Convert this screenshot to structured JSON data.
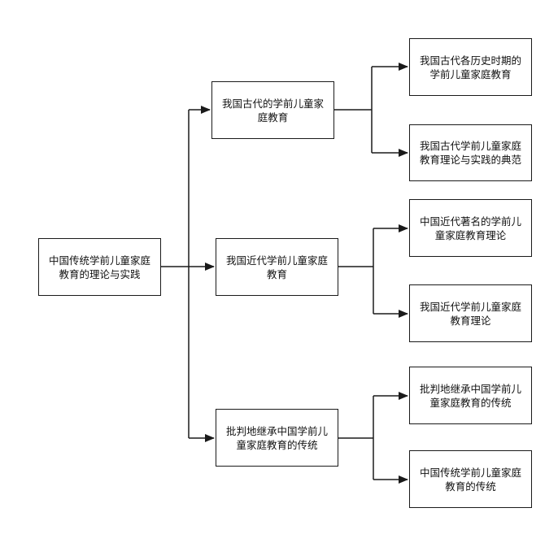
{
  "root": {
    "label": "中国传统学前儿童家庭教育的理论与实践"
  },
  "branches": [
    {
      "label": "我国古代的学前儿童家庭教育",
      "children": [
        {
          "label": "我国古代各历史时期的学前儿童家庭教育"
        },
        {
          "label": "我国古代学前儿童家庭教育理论与实践的典范"
        }
      ]
    },
    {
      "label": "我国近代学前儿童家庭教育",
      "children": [
        {
          "label": "中国近代著名的学前儿童家庭教育理论"
        },
        {
          "label": "我国近代学前儿童家庭教育理论"
        }
      ]
    },
    {
      "label": "批判地继承中国学前儿童家庭教育的传统",
      "children": [
        {
          "label": "批判地继承中国学前儿童家庭教育的传统"
        },
        {
          "label": "中国传统学前儿童家庭教育的传统"
        }
      ]
    }
  ]
}
